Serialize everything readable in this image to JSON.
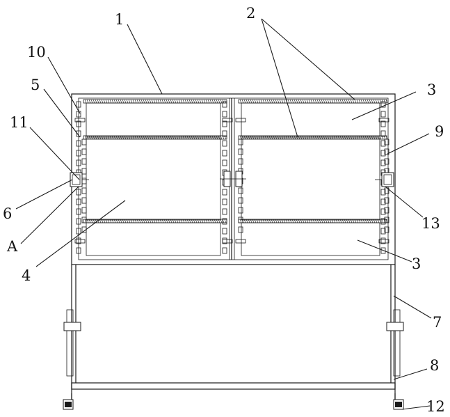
{
  "labels": {
    "l1": "1",
    "l2": "2",
    "l3a": "3",
    "l3b": "3",
    "l4": "4",
    "l5": "5",
    "l6": "6",
    "l7": "7",
    "l8": "8",
    "l9": "9",
    "l10": "10",
    "l11": "11",
    "l12": "12",
    "l13": "13",
    "lA": "A"
  },
  "colors": {
    "line": "#1a1a1a",
    "background": "#ffffff"
  }
}
